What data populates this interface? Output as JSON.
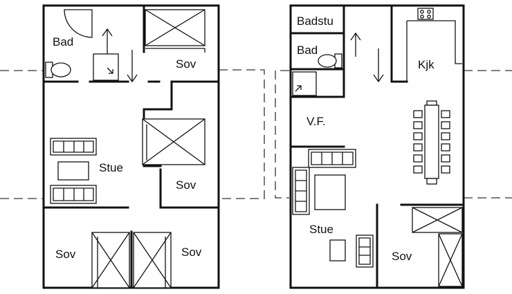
{
  "plan_left": {
    "rooms": {
      "bad": "Bad",
      "sov_top": "Sov",
      "stue": "Stue",
      "sov_mid": "Sov",
      "sov_bottom_left": "Sov",
      "sov_bottom_right": "Sov"
    }
  },
  "plan_right": {
    "rooms": {
      "badstu": "Badstu",
      "bad": "Bad",
      "kjk": "Kjk",
      "vf": "V.F.",
      "stue": "Stue",
      "sov": "Sov"
    }
  },
  "colors": {
    "wall": "#111111",
    "background": "#ffffff",
    "dashed_outline": "#333333"
  }
}
